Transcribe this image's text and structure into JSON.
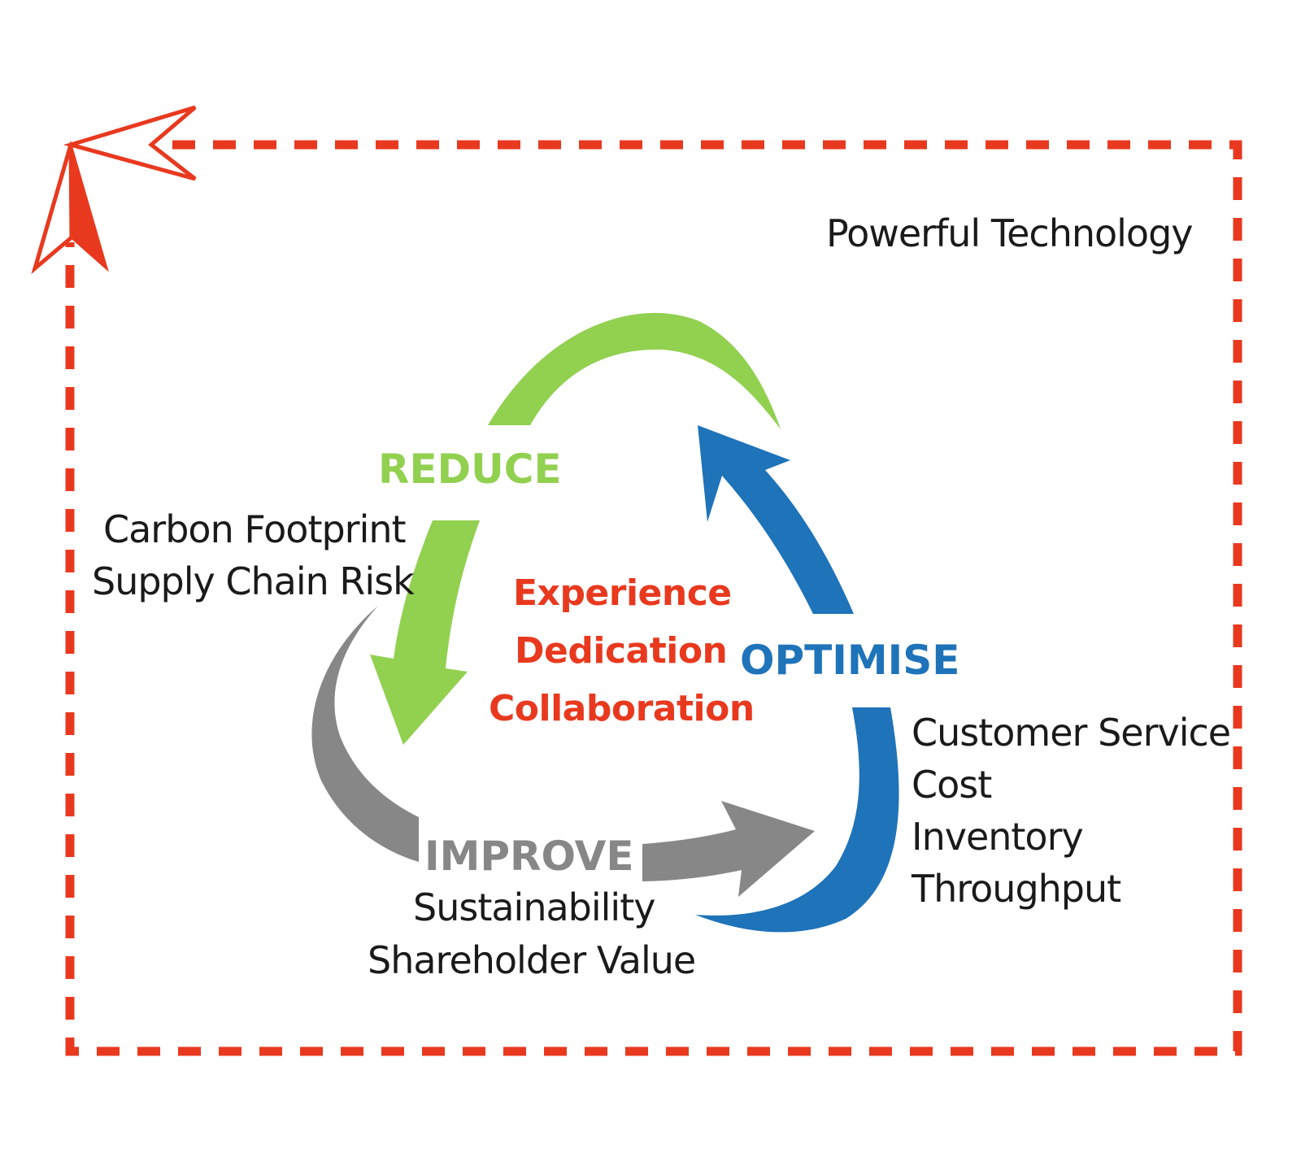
{
  "frame": {
    "title": "Powerful Technology",
    "accent_color": "#e8391f"
  },
  "cycle": {
    "reduce": {
      "label": "REDUCE",
      "color": "#92d050",
      "items": [
        "Carbon Footprint",
        "Supply Chain Risk"
      ]
    },
    "optimise": {
      "label": "OPTIMISE",
      "color": "#1e73b9",
      "items": [
        "Customer Service",
        "Cost",
        "Inventory",
        "Throughput"
      ]
    },
    "improve": {
      "label": "IMPROVE",
      "color": "#878787",
      "items": [
        "Sustainability",
        "Shareholder Value"
      ]
    }
  },
  "center": {
    "color": "#e8391f",
    "values": [
      "Experience",
      "Dedication",
      "Collaboration"
    ]
  },
  "icons": {
    "corner_logo": "arrowhead-logo-icon"
  }
}
